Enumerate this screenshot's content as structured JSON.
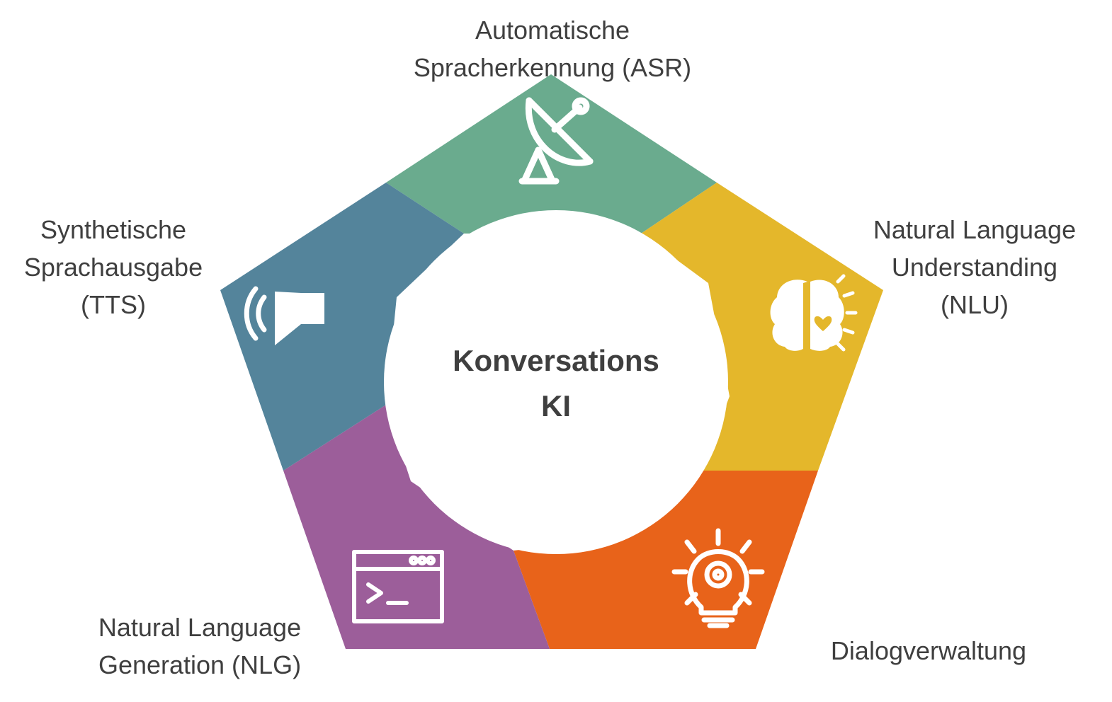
{
  "center": {
    "line1": "Konversations",
    "line2": "KI"
  },
  "segments": [
    {
      "id": "asr",
      "line1": "Automatische",
      "line2": "Spracherkennung (ASR)",
      "line3": "",
      "color": "#6aab8e",
      "icon": "satellite-dish-icon"
    },
    {
      "id": "nlu",
      "line1": "Natural Language",
      "line2": "Understanding",
      "line3": "(NLU)",
      "color": "#e4b72b",
      "icon": "brain-heart-icon"
    },
    {
      "id": "dialog",
      "line1": "Dialogverwaltung",
      "line2": "",
      "line3": "",
      "color": "#e8631a",
      "icon": "lightbulb-gear-icon"
    },
    {
      "id": "nlg",
      "line1": "Natural Language",
      "line2": "Generation (NLG)",
      "line3": "",
      "color": "#9c5e9a",
      "icon": "terminal-window-icon"
    },
    {
      "id": "tts",
      "line1": "Synthetische",
      "line2": "Sprachausgabe",
      "line3": "(TTS)",
      "color": "#54849b",
      "icon": "speaker-icon"
    }
  ]
}
